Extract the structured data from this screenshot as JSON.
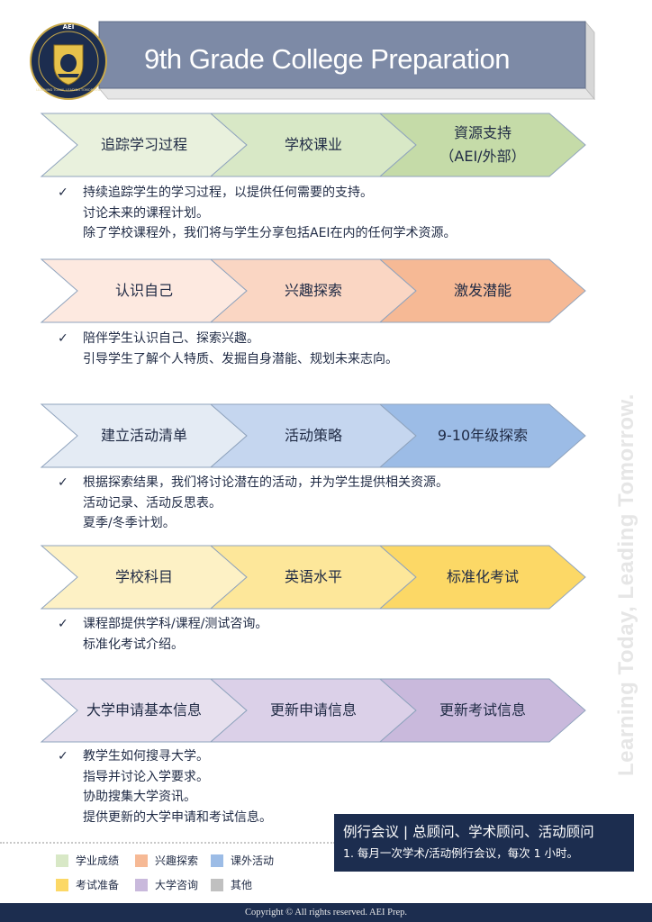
{
  "header": {
    "title": "9th Grade College Preparation",
    "logo": {
      "top_text": "AEI",
      "ring_text": "LEARNING TODAY, LEADING TOMORROW"
    }
  },
  "sections": [
    {
      "colors": [
        "#e9f1dd",
        "#d8e8c6",
        "#c5dba8"
      ],
      "steps": [
        "追踪学习过程",
        "学校课业",
        "資源支持\n（AEI/外部）"
      ],
      "notes": [
        "持续追踪学生的学习过程，以提供任何需要的支持。",
        "讨论未来的课程计划。",
        "除了学校课程外，我们将与学生分享包括AEI在内的任何学术资源。"
      ]
    },
    {
      "colors": [
        "#fde9e0",
        "#fad6c3",
        "#f6b995"
      ],
      "steps": [
        "认识自己",
        "兴趣探索",
        "激发潜能"
      ],
      "notes": [
        "陪伴学生认识自己、探索兴趣。",
        "引导学生了解个人特质、发掘自身潜能、规划未来志向。"
      ]
    },
    {
      "colors": [
        "#e4ebf4",
        "#c5d6ef",
        "#9cbce6"
      ],
      "steps": [
        "建立活动清单",
        "活动策略",
        "9-10年级探索"
      ],
      "notes": [
        "根据探索结果，我们将讨论潜在的活动，并为学生提供相关资源。",
        "活动记录、活动反思表。",
        "夏季/冬季计划。"
      ]
    },
    {
      "colors": [
        "#fdf1c5",
        "#fde79a",
        "#fcd866"
      ],
      "steps": [
        "学校科目",
        "英语水平",
        "标准化考试"
      ],
      "notes": [
        "课程部提供学科/课程/测试咨询。",
        "标准化考试介绍。"
      ]
    },
    {
      "colors": [
        "#e7e0ee",
        "#dbd0e8",
        "#c9b9dc"
      ],
      "steps": [
        "大学申请基本信息",
        "更新申请信息",
        "更新考试信息"
      ],
      "notes": [
        "教学生如何搜寻大学。",
        "指导并讨论入学要求。",
        "协助搜集大学资讯。",
        "提供更新的大学申请和考试信息。"
      ]
    }
  ],
  "check_mark": "✓",
  "side_slogan": "Learning Today, Leading Tomorrow.",
  "legend": [
    {
      "label": "学业成绩",
      "color": "#d8e8c6"
    },
    {
      "label": "兴趣探索",
      "color": "#f6b995"
    },
    {
      "label": "课外活动",
      "color": "#9cbce6"
    },
    {
      "label": "考试准备",
      "color": "#fcd866"
    },
    {
      "label": "大学咨询",
      "color": "#c9b9dc"
    },
    {
      "label": "其他",
      "color": "#c0c0c0"
    }
  ],
  "meeting": {
    "title": "例行会议 | 总顾问、学术顾问、活动顾问",
    "detail": "1. 每月一次学术/活动例行会议，每次 1 小时。"
  },
  "footer": {
    "copyright": "Copyright © All rights reserved. AEI Prep."
  },
  "theme": {
    "navy": "#1c2d4f",
    "banner": "#7d8aa6"
  }
}
